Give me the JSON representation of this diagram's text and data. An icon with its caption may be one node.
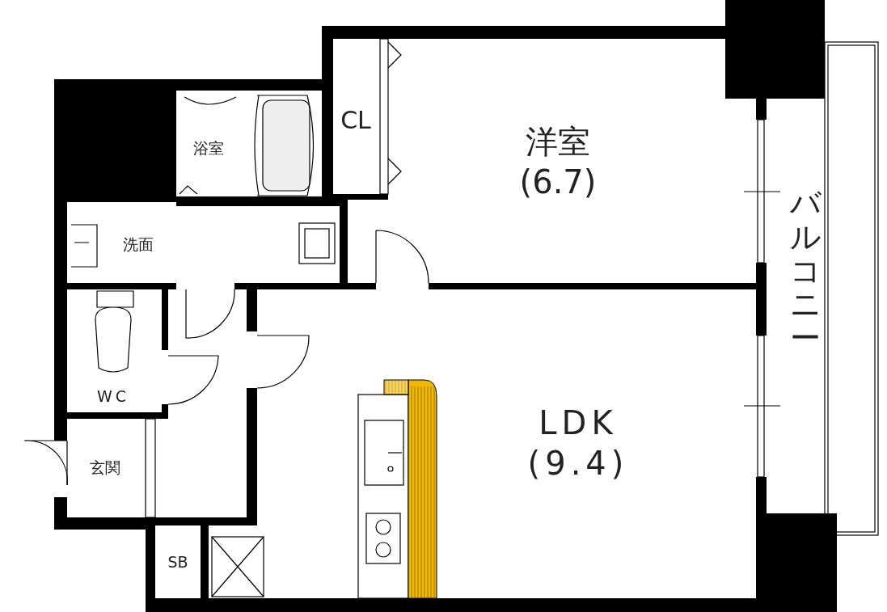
{
  "diagram": {
    "nodes": [
      {
        "text": [
          "浴室"
        ]
      },
      {
        "text": [
          "CL"
        ]
      },
      {
        "text": [
          "洋室",
          "(6.7)"
        ]
      },
      {
        "text": [
          "洗面"
        ]
      },
      {
        "text": [
          "WC"
        ]
      },
      {
        "text": [
          "玄関"
        ]
      },
      {
        "text": [
          "SB"
        ]
      },
      {
        "text": [
          "LDK",
          "(9.4)"
        ]
      },
      {
        "text": [
          "バルコニー"
        ]
      }
    ]
  }
}
